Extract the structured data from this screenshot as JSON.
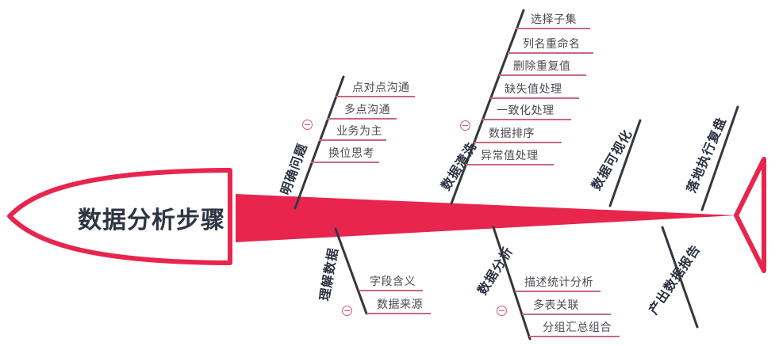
{
  "title": "数据分析步骤",
  "diagram_type": "fishbone",
  "colors": {
    "accent_red": "#e8254d",
    "bone_line": "#36363e",
    "item_underline": "#c9677d",
    "item_text": "#4b4b53",
    "label_text": "#2d3340",
    "title_text": "#2e3442"
  },
  "icons": {
    "collapse": "minus-circle"
  },
  "branches": [
    {
      "label": "明确问题",
      "side": "top",
      "items": [
        "点对点沟通",
        "多点沟通",
        "业务为主",
        "换位思考"
      ]
    },
    {
      "label": "数据清洗",
      "side": "top",
      "items": [
        "选择子集",
        "列名重命名",
        "删除重复值",
        "缺失值处理",
        "一致化处理",
        "数据排序",
        "异常值处理"
      ]
    },
    {
      "label": "数据可视化",
      "side": "top",
      "items": []
    },
    {
      "label": "落地执行复盘",
      "side": "top",
      "items": []
    },
    {
      "label": "理解数据",
      "side": "bottom",
      "items": [
        "字段含义",
        "数据来源"
      ]
    },
    {
      "label": "数据分析",
      "side": "bottom",
      "items": [
        "描述统计分析",
        "多表关联",
        "分组汇总组合"
      ]
    },
    {
      "label": "产出数据报告",
      "side": "bottom",
      "items": []
    }
  ]
}
